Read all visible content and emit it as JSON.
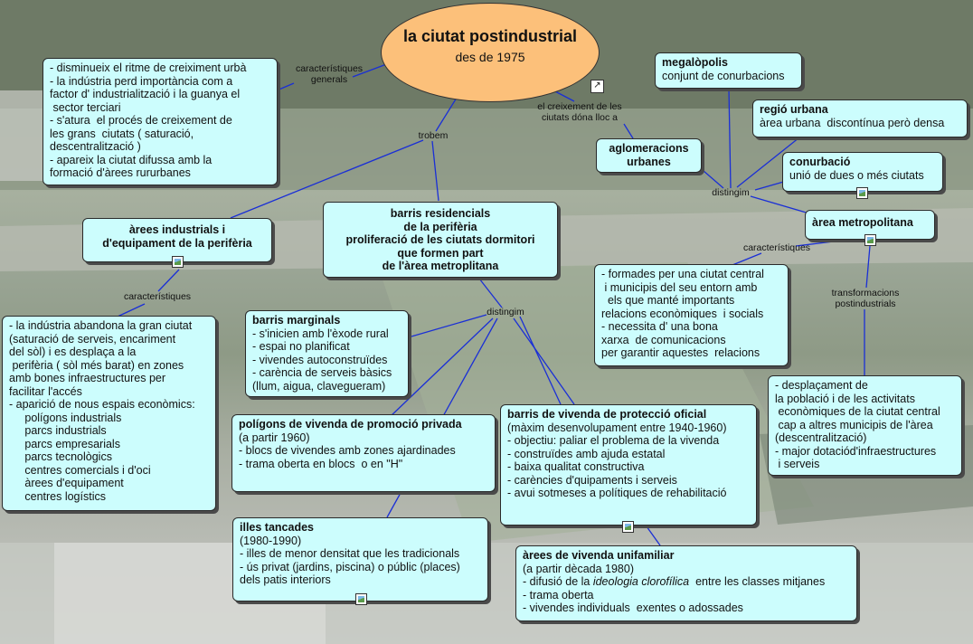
{
  "root": {
    "title": "la ciutat  postindustrial",
    "subtitle": "des de 1975"
  },
  "labels": {
    "caracteristiques_generals": "característiques\ngenerals",
    "trobem": "trobem",
    "creixement": "el creixement de les\nciutats dóna lloc a",
    "distingim_right": "distingim",
    "distingim_center": "distingim",
    "caracteristiques_left": "característiques",
    "caracteristiques_right": "característiques",
    "transformacions": "transformacions\npostindustrials"
  },
  "nodes": {
    "general": {
      "lines": [
        "- disminueix el ritme de creiximent urbà",
        "- la indústria perd importància com a",
        "factor d' industrialització i la guanya el",
        " sector terciari",
        "- s'atura  el procés de creixement de",
        "les grans  ciutats ( saturació,",
        "descentralització )",
        "- apareix la ciutat difussa amb la",
        "formació d'àrees rururbanes"
      ]
    },
    "industrials": {
      "title_lines": [
        "àrees industrials i",
        "d'equipament de la perifèria"
      ]
    },
    "industrials_detail": {
      "lines": [
        "- la indústria abandona la gran ciutat",
        "(saturació de serveis, encariment",
        "del sòl) i es desplaça a la",
        " perifèria ( sòl més barat) en zones",
        "amb bones infraestructures per",
        "facilitar l'accés",
        "- aparició de nous espais econòmics:",
        "     polígons industrials",
        "     parcs industrials",
        "     parcs empresarials",
        "     parcs tecnològics",
        "     centres comercials i d'oci",
        "     àrees d'equipament",
        "     centres logístics"
      ]
    },
    "barris_residencials": {
      "title_lines": [
        "barris residencials",
        "de la perifèria",
        "proliferació de les ciutats dormitori",
        "que formen part",
        "de l'àrea metroplitana"
      ]
    },
    "aglomeracions": {
      "title_lines": [
        "aglomeracions",
        "urbanes"
      ]
    },
    "megalopolis": {
      "title": "megalòpolis",
      "lines": [
        "conjunt de conurbacions"
      ]
    },
    "regio_urbana": {
      "title": "regió urbana",
      "lines": [
        "àrea urbana  discontínua però densa"
      ]
    },
    "conurbacio": {
      "title": "conurbació",
      "lines": [
        "unió de dues o més ciutats"
      ]
    },
    "area_metropolitana": {
      "title": "àrea metropolitana"
    },
    "metro_caracteristiques": {
      "lines": [
        "- formades per una ciutat central",
        " i municipis del seu entorn amb",
        "  els que manté importants",
        "relacions econòmiques  i socials",
        "- necessita d' una bona",
        "xarxa  de comunicacions",
        "per garantir aquestes  relacions"
      ]
    },
    "metro_transformacions": {
      "lines": [
        "- desplaçament de",
        "la població i de les activitats",
        " econòmiques de la ciutat central",
        " cap a altres municipis de l'àrea",
        "(descentralització)",
        "- major dotaciód'infraestructures",
        " i serveis"
      ]
    },
    "barris_marginals": {
      "title": "barris marginals",
      "lines": [
        "- s'inicien amb l'èxode rural",
        "- espai no planificat",
        "- vivendes autoconstruïdes",
        "- carència de serveis bàsics",
        "(llum, aigua, clavegueram)"
      ]
    },
    "poligons": {
      "title": "polígons de vivenda de promoció privada",
      "lines": [
        "(a partir 1960)",
        "- blocs de vivendes amb zones ajardinades",
        "- trama oberta en blocs  o en \"H\""
      ]
    },
    "proteccio": {
      "title": "barris de vivenda de protecció oficial",
      "lines": [
        "(màxim desenvolupament entre 1940-1960)",
        "- objectiu: paliar el problema de la vivenda",
        "- construïdes amb ajuda estatal",
        "- baixa qualitat constructiva",
        "- carències d'quipaments i serveis",
        "- avui sotmeses a polítiques de rehabilitació"
      ]
    },
    "illes": {
      "title": "illes tancades",
      "lines": [
        "(1980-1990)",
        "- illes de menor densitat que les tradicionals",
        "- ús privat (jardins, piscina) o públic (places)",
        "dels patis interiors"
      ]
    },
    "unifamiliar": {
      "title": "àrees de vivenda unifamiliar",
      "line1": "(a partir dècada 1980)",
      "line2_pre": "- difusió de la ",
      "line2_em": "ideologia clorofílica",
      "line2_post": "  entre les classes mitjanes",
      "lines_rest": [
        "- trama oberta",
        "- vivendes individuals  exentes o adossades"
      ]
    }
  },
  "colors": {
    "node_fill": "#ccfdfd",
    "root_fill": "#fcc07a",
    "link": "#1a2fd6"
  }
}
